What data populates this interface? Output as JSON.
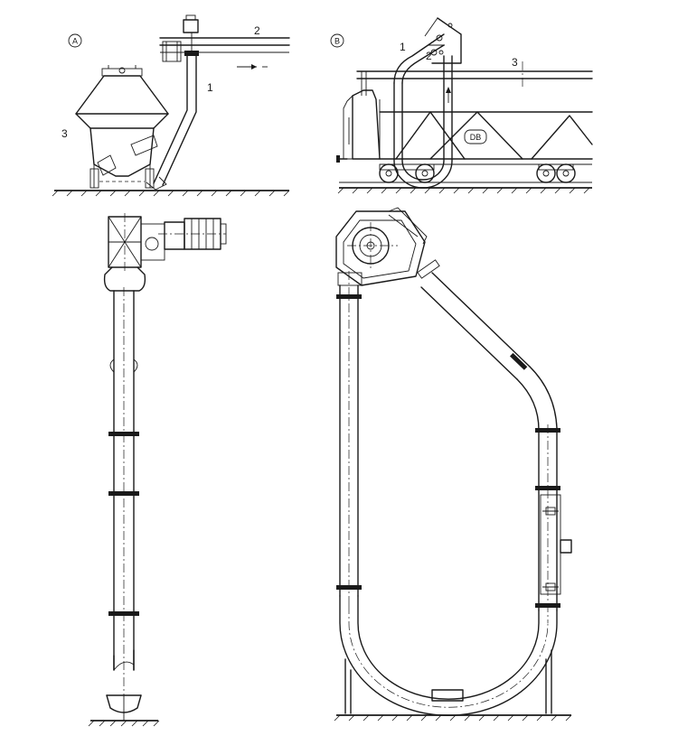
{
  "panels": {
    "a": {
      "marker": "A",
      "callouts": [
        "1",
        "2",
        "3"
      ]
    },
    "b": {
      "marker": "B",
      "callouts": [
        "1",
        "2",
        "3"
      ],
      "wagon_mark": "DB"
    }
  },
  "colors": {
    "ink": "#1a1a1a",
    "paper": "#ffffff"
  }
}
